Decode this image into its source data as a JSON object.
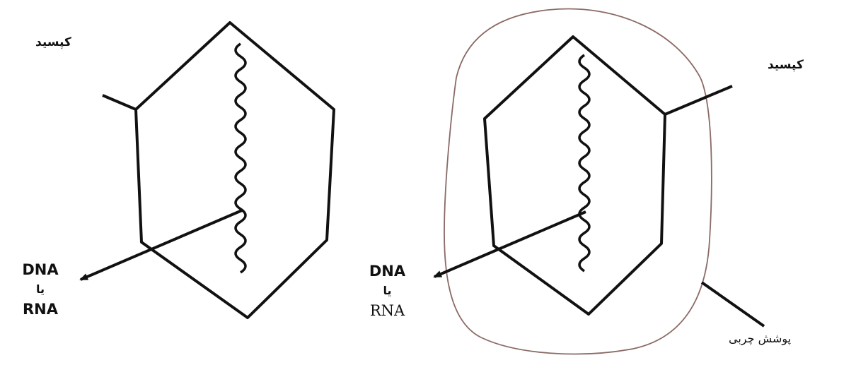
{
  "left_virus": {
    "capsid_label": "کپسید",
    "nucleic_acid_label": [
      "DNA",
      "یا",
      "RNA"
    ]
  },
  "right_virus": {
    "capsid_label": "کپسید",
    "nucleic_acid_label": [
      "DNA",
      "یا",
      "RNA"
    ],
    "envelope_label": "پوشش چربی"
  },
  "colors": {
    "ink": "#111111",
    "envelope": "#8a6a66",
    "background": "#ffffff"
  }
}
